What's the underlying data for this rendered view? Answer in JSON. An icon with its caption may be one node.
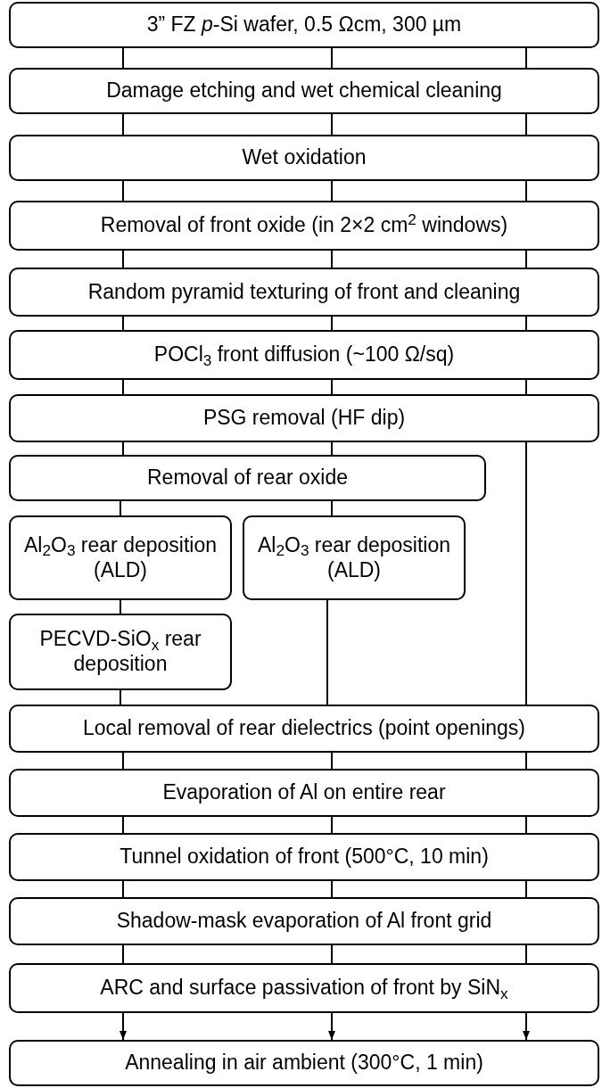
{
  "diagram": {
    "nodes": [
      {
        "text": [
          "3” FZ *p*-Si wafer, 0.5 Ωcm, 300 µm"
        ]
      },
      {
        "text": [
          "Damage etching and wet chemical cleaning"
        ]
      },
      {
        "text": [
          "Wet oxidation"
        ]
      },
      {
        "text": [
          "Removal of front oxide (in 2×2 cm$^{2}$ windows)"
        ]
      },
      {
        "text": [
          "Random pyramid texturing of front and cleaning"
        ]
      },
      {
        "text": [
          "POCl$_{3}$ front diffusion (~100 Ω/sq)"
        ]
      },
      {
        "text": [
          "PSG removal (HF dip)"
        ]
      },
      {
        "text": [
          "Removal of rear oxide"
        ]
      },
      {
        "text": [
          "Al$_{2}$O$_{3}$ rear deposition (ALD)"
        ]
      },
      {
        "text": [
          "Al$_{2}$O$_{3}$ rear deposition (ALD)"
        ]
      },
      {
        "text": [
          "PECVD-SiO$_{x}$ rear deposition"
        ]
      },
      {
        "text": [
          "Local removal of rear dielectrics (point openings)"
        ]
      },
      {
        "text": [
          "Evaporation of Al on entire rear"
        ]
      },
      {
        "text": [
          "Tunnel oxidation of front (500°C, 10 min)"
        ]
      },
      {
        "text": [
          "Shadow-mask evaporation of Al front grid"
        ]
      },
      {
        "text": [
          "ARC and surface passivation of front by SiN$_{x}$"
        ]
      },
      {
        "text": [
          "Annealing in air ambient (300°C, 1 min)"
        ]
      }
    ],
    "edges": [
      {
        "from": 0,
        "to": 1,
        "arrow": "none"
      },
      {
        "from": 0,
        "to": 1,
        "arrow": "none"
      },
      {
        "from": 0,
        "to": 1,
        "arrow": "none"
      },
      {
        "from": 1,
        "to": 2,
        "arrow": "none"
      },
      {
        "from": 1,
        "to": 2,
        "arrow": "none"
      },
      {
        "from": 1,
        "to": 2,
        "arrow": "none"
      },
      {
        "from": 2,
        "to": 3,
        "arrow": "none"
      },
      {
        "from": 2,
        "to": 3,
        "arrow": "none"
      },
      {
        "from": 2,
        "to": 3,
        "arrow": "none"
      },
      {
        "from": 3,
        "to": 4,
        "arrow": "none"
      },
      {
        "from": 3,
        "to": 4,
        "arrow": "none"
      },
      {
        "from": 3,
        "to": 4,
        "arrow": "none"
      },
      {
        "from": 4,
        "to": 5,
        "arrow": "none"
      },
      {
        "from": 4,
        "to": 5,
        "arrow": "none"
      },
      {
        "from": 4,
        "to": 5,
        "arrow": "none"
      },
      {
        "from": 5,
        "to": 6,
        "arrow": "none"
      },
      {
        "from": 5,
        "to": 6,
        "arrow": "none"
      },
      {
        "from": 5,
        "to": 6,
        "arrow": "none"
      },
      {
        "from": 6,
        "to": 7,
        "arrow": "none"
      },
      {
        "from": 6,
        "to": 7,
        "arrow": "none"
      },
      {
        "from": 6,
        "to": 11,
        "arrow": "none"
      },
      {
        "from": 7,
        "to": 8,
        "arrow": "none"
      },
      {
        "from": 7,
        "to": 9,
        "arrow": "none"
      },
      {
        "from": 8,
        "to": 10,
        "arrow": "none"
      },
      {
        "from": 10,
        "to": 11,
        "arrow": "none"
      },
      {
        "from": 9,
        "to": 11,
        "arrow": "none"
      },
      {
        "from": 11,
        "to": 12,
        "arrow": "none"
      },
      {
        "from": 11,
        "to": 12,
        "arrow": "none"
      },
      {
        "from": 11,
        "to": 12,
        "arrow": "none"
      },
      {
        "from": 12,
        "to": 13,
        "arrow": "none"
      },
      {
        "from": 12,
        "to": 13,
        "arrow": "none"
      },
      {
        "from": 12,
        "to": 13,
        "arrow": "none"
      },
      {
        "from": 13,
        "to": 14,
        "arrow": "none"
      },
      {
        "from": 13,
        "to": 14,
        "arrow": "none"
      },
      {
        "from": 13,
        "to": 14,
        "arrow": "none"
      },
      {
        "from": 14,
        "to": 15,
        "arrow": "none"
      },
      {
        "from": 14,
        "to": 15,
        "arrow": "none"
      },
      {
        "from": 14,
        "to": 15,
        "arrow": "none"
      },
      {
        "from": 15,
        "to": 16,
        "arrow": "to"
      },
      {
        "from": 15,
        "to": 16,
        "arrow": "to"
      },
      {
        "from": 15,
        "to": 16,
        "arrow": "to"
      }
    ]
  }
}
